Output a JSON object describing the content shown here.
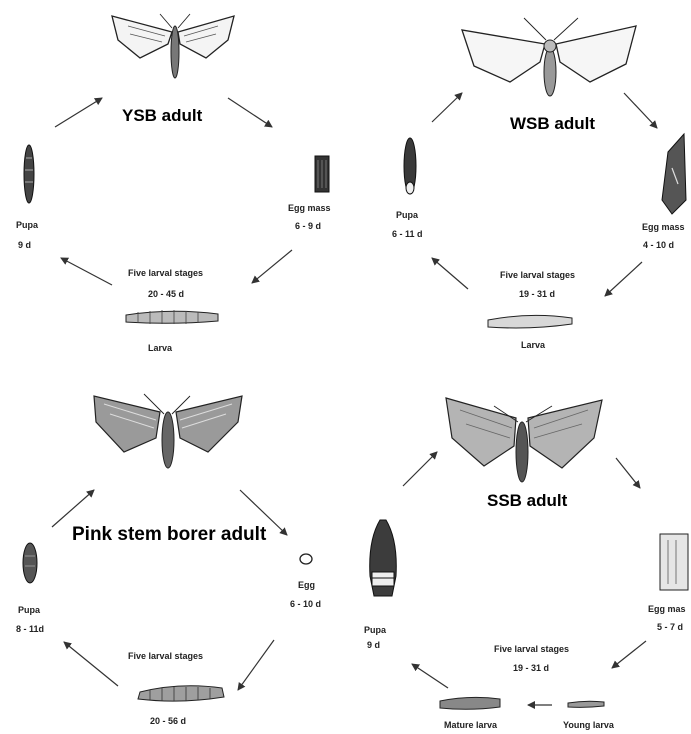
{
  "ysb": {
    "title": "YSB adult",
    "pupa_label": "Pupa",
    "pupa_duration": "9 d",
    "egg_label": "Egg mass",
    "egg_duration": "6 - 9 d",
    "larval_label": "Five larval stages",
    "larval_duration": "20 - 45 d",
    "larva_label": "Larva"
  },
  "wsb": {
    "title": "WSB adult",
    "pupa_label": "Pupa",
    "pupa_duration": "6 - 11 d",
    "egg_label": "Egg mass",
    "egg_duration": "4 - 10 d",
    "larval_label": "Five larval stages",
    "larval_duration": "19 - 31 d",
    "larva_label": "Larva"
  },
  "psb": {
    "title": "Pink stem borer adult",
    "pupa_label": "Pupa",
    "pupa_duration": "8 - 11d",
    "egg_label": "Egg",
    "egg_duration": "6 - 10 d",
    "larval_label": "Five larval stages",
    "larval_duration": "20 - 56 d"
  },
  "ssb": {
    "title": "SSB adult",
    "pupa_label": "Pupa",
    "pupa_duration": "9 d",
    "egg_label": "Egg mas",
    "egg_duration": "5 - 7 d",
    "larval_label": "Five larval stages",
    "larval_duration": "19 - 31 d",
    "mature_larva_label": "Mature larva",
    "young_larva_label": "Young larva"
  },
  "icons": [
    "moth-icon",
    "pupa-icon",
    "egg-mass-icon",
    "larva-icon",
    "egg-icon"
  ]
}
